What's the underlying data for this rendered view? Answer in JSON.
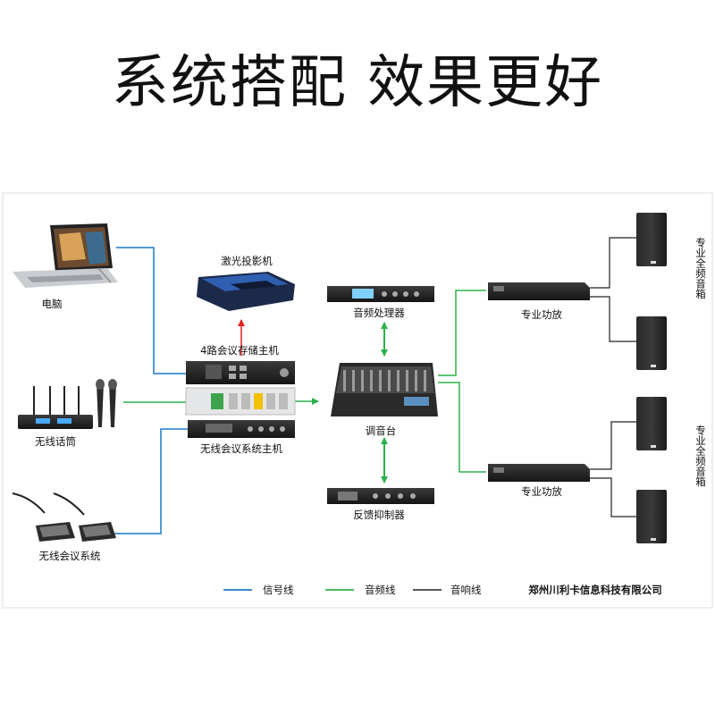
{
  "headline": "系统搭配 效果更好",
  "devices": {
    "laptop": "电脑",
    "wireless_mic": "无线话筒",
    "conference_system": "无线会议系统",
    "projector": "激光投影机",
    "recorder": "4路会议存储主机",
    "conference_host": "无线会议系统主机",
    "audio_processor": "音频处理器",
    "mixer": "调音台",
    "feedback_suppressor": "反馈抑制器",
    "amp_top": "专业功放",
    "amp_bottom": "专业功放",
    "speaker_label_top": "专业全频音箱",
    "speaker_label_bottom": "专业全频音箱"
  },
  "legend": {
    "signal": "信号线",
    "audio": "音频线",
    "speaker": "音响线"
  },
  "company": "郑州川利卡信息科技有限公司",
  "colors": {
    "signal": "#1f78c8",
    "audio": "#2eb04a",
    "speaker": "#222222",
    "control": "#e02020",
    "frame": "#dddddd"
  }
}
